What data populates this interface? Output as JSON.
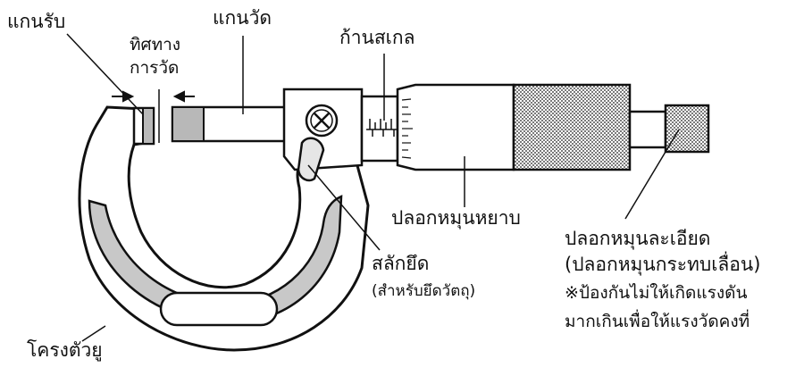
{
  "labels": {
    "anvil": "แกนรับ",
    "direction_line1": "ทิศทาง",
    "direction_line2": "การวัด",
    "spindle": "แกนวัด",
    "sleeve": "ก้านสเกล",
    "thimble": "ปลอกหมุนหยาบ",
    "ratchet_line1": "ปลอกหมุนละเอียด",
    "ratchet_line2": "(ปลอกหมุนกระทบเลื่อน)",
    "ratchet_note1": "※ป้องกันไม่ให้เกิดแรงดัน",
    "ratchet_note2": "มากเกินเพื่อให้แรงวัดคงที่",
    "lock_line1": "สลักยึด",
    "lock_line2": "(สำหรับยึดวัตถุ)",
    "frame": "โครงตัวยู"
  },
  "colors": {
    "outline": "#111111",
    "frame_gray": "#c8c8c8",
    "knurl": "#8a8a8a",
    "face_gray": "#b8b8b8"
  }
}
